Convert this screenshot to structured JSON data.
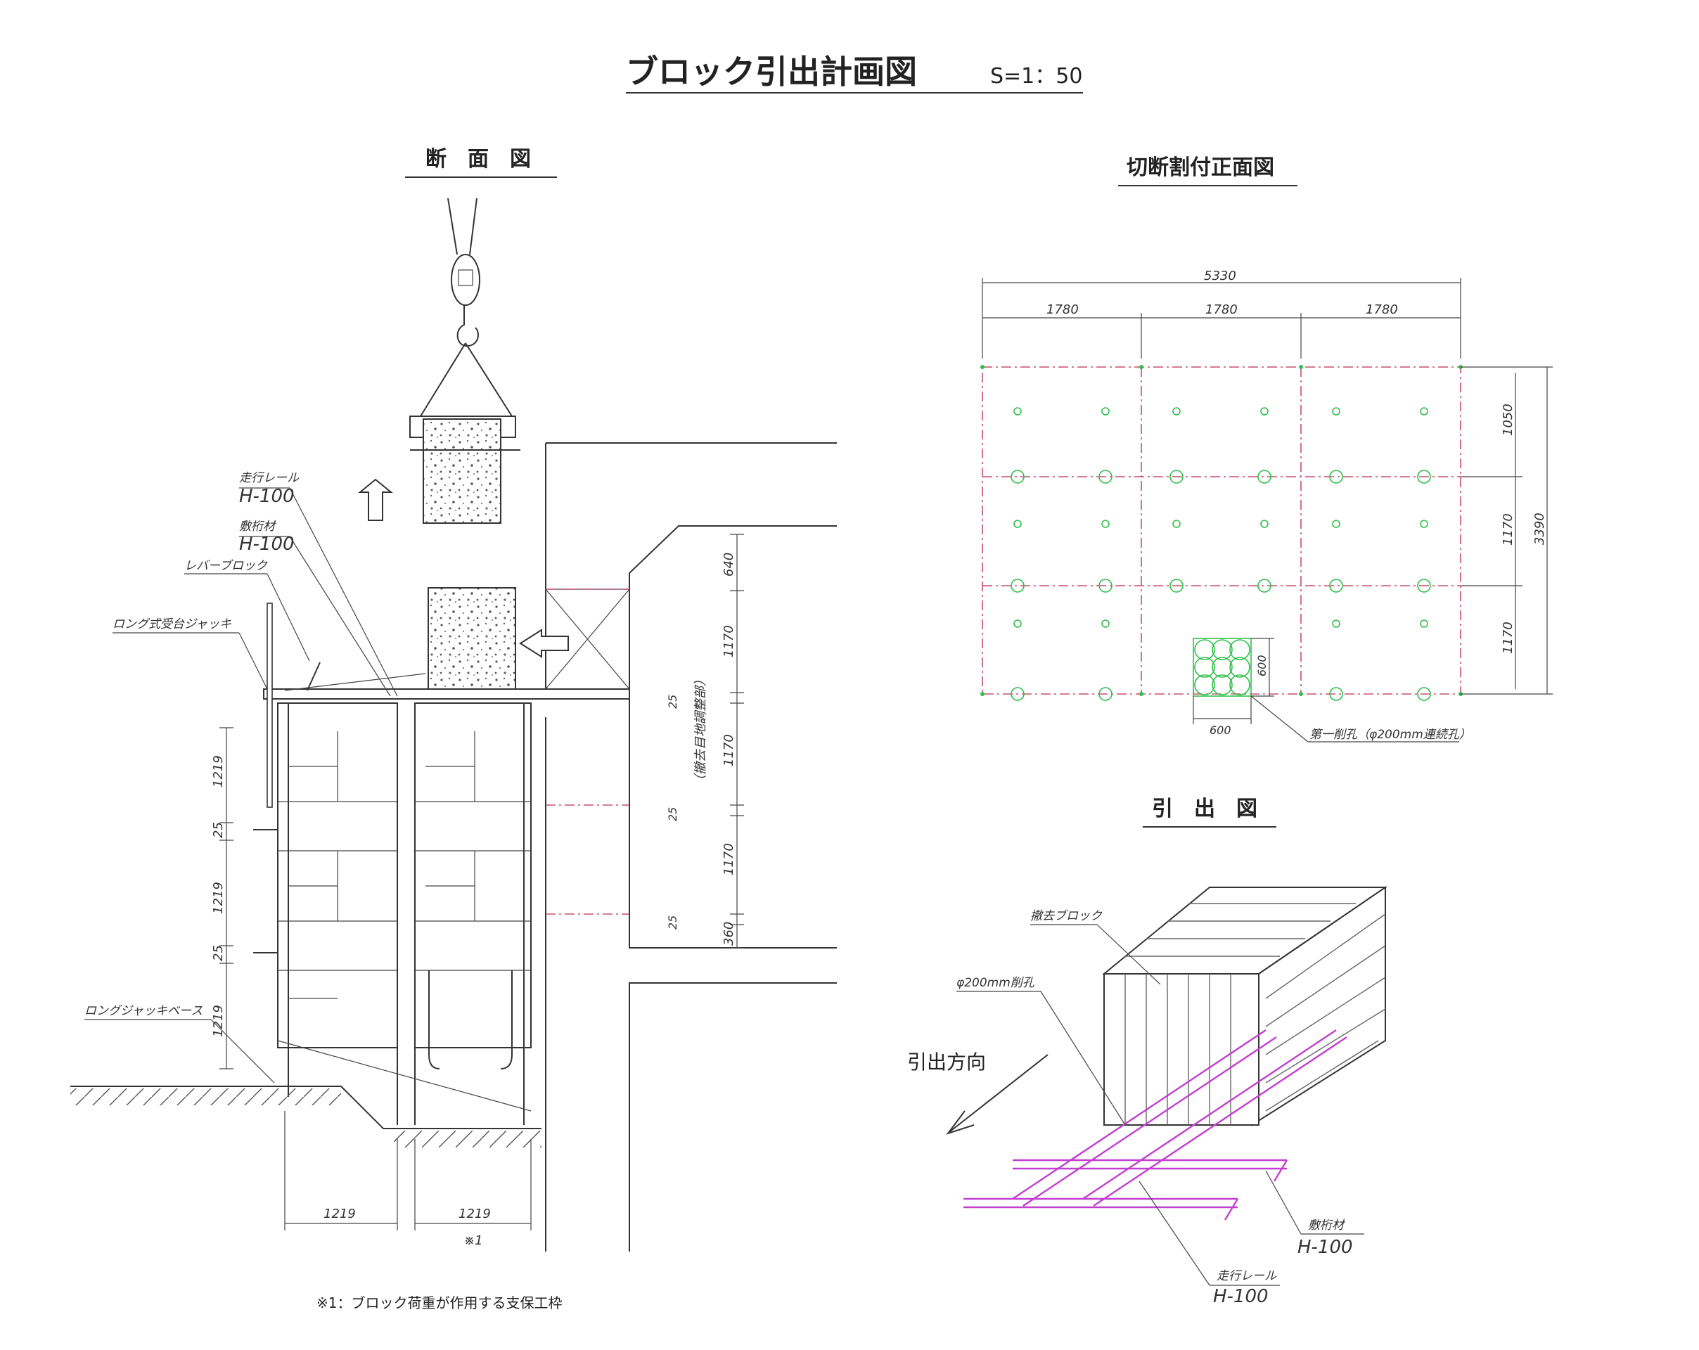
{
  "title": "ブロック引出計画図",
  "scale": "S=1：50",
  "section": {
    "title": "断　面　図",
    "labels": {
      "rail": "走行レール",
      "rail_spec": "H-100",
      "beam": "敷桁材",
      "beam_spec": "H-100",
      "lever_block": "レバーブロック",
      "jack": "ロング式受台ジャッキ",
      "base": "ロングジャッキベース",
      "support_zone": "（撤去目地調整部）"
    },
    "dims_left": [
      "1219",
      "25",
      "1219",
      "25",
      "1219"
    ],
    "dims_bottom": [
      "1219",
      "1219"
    ],
    "dims_right": [
      "640",
      "1170",
      "25",
      "1170",
      "25",
      "1170",
      "25",
      "360"
    ],
    "mark": "※1",
    "note": "※1：ブロック荷重が作用する支保工枠"
  },
  "front": {
    "title": "切断割付正面図",
    "dim_total": "5330",
    "dims_top": [
      "1780",
      "1780",
      "1780"
    ],
    "dims_right": [
      "1050",
      "1170",
      "1170"
    ],
    "dim_height": "3390",
    "core_w": "600",
    "core_h": "600",
    "core_label": "第一削孔（φ200mm連続孔）"
  },
  "pull": {
    "title": "引　出　図",
    "block": "撤去ブロック",
    "hole": "φ200mm削孔",
    "direction": "引出方向",
    "beam": "敷桁材",
    "beam_spec": "H-100",
    "rail": "走行レール",
    "rail_spec": "H-100"
  }
}
